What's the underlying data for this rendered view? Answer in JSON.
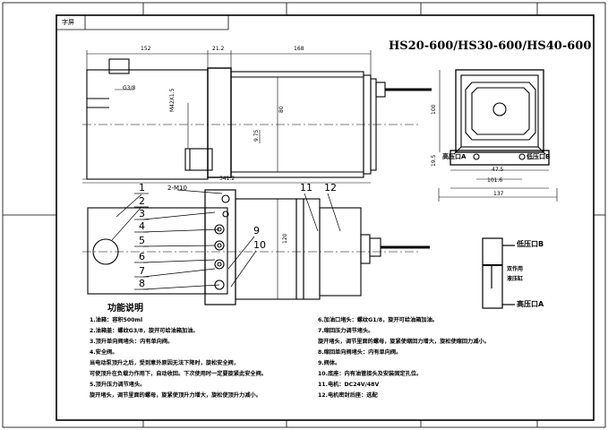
{
  "title_block": {
    "corner_label": "字屏"
  },
  "model_title": "HS20-600/HS30-600/HS40-600",
  "dimensions": {
    "d152": "152",
    "d21_2": "21.2",
    "d168": "168",
    "g38": "G3/8",
    "m42": "M42X1.5",
    "d80": "80",
    "d9_75": "9.75",
    "d341_2": "341.2",
    "d100": "100",
    "d19_5": "19.5",
    "d47_5": "47.5",
    "d101_6": "101.6",
    "d137": "137",
    "m10": "2-M10",
    "d120": "120"
  },
  "port_labels": {
    "high_a": "高压口A",
    "low_b": "低压口B",
    "low_b2": "低压口B",
    "high_a2": "高压口A",
    "cylinder_1": "双作用",
    "cylinder_2": "液压缸"
  },
  "callouts": [
    "1",
    "2",
    "3",
    "4",
    "5",
    "6",
    "7",
    "8",
    "9",
    "10",
    "11",
    "12"
  ],
  "function_title": "功能说明",
  "notes_left": [
    "1.油箱：容积500ml",
    "2.油箱盖：螺纹G3/8，旋开可给油箱加油。",
    "3.顶升单向阀堵头：内有单向阀。",
    "4.安全阀。",
    "   当电动泵顶升之后，受到意外原因无法下降时，旋松安全阀，",
    "   可使顶升在负载力作用下，自动收回。下次使用时一定要旋紧此安全阀。",
    "5.顶升压力调节堵头。",
    "   旋开堵头，调节里面的螺母，旋紧使顶升力增大，旋松使顶升力减小。"
  ],
  "notes_right": [
    "6.加油口堵头：螺纹G1/8，旋开可给油箱加油。",
    "7.缩回压力调节堵头。",
    "   旋开堵头，调节里面的螺母，旋紧使缩回力增大，旋松使缩回力减小。",
    "8.缩回单向阀堵头：内有单向阀。",
    "9.阀体。",
    "10.底座：内有油管接头及安装固定孔位。",
    "11.电机：DC24V/48V",
    "12.电机密封后座：选配"
  ]
}
